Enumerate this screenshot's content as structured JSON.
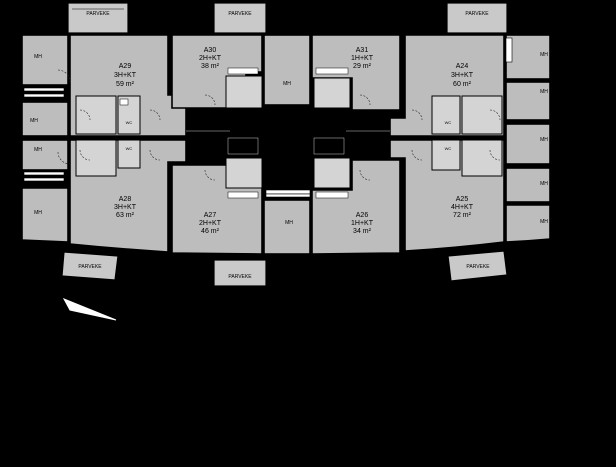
{
  "labels": {
    "balcony": "PARVEKE",
    "bedroom": "MH"
  },
  "apartments": [
    {
      "id": "A29",
      "type": "3H+KT",
      "area": "59 m²"
    },
    {
      "id": "A30",
      "type": "2H+KT",
      "area": "38 m²"
    },
    {
      "id": "A31",
      "type": "1H+KT",
      "area": "29 m²"
    },
    {
      "id": "A24",
      "type": "3H+KT",
      "area": "60 m²"
    },
    {
      "id": "A28",
      "type": "3H+KT",
      "area": "63 m²"
    },
    {
      "id": "A27",
      "type": "2H+KT",
      "area": "46 m²"
    },
    {
      "id": "A26",
      "type": "1H+KT",
      "area": "34 m²"
    },
    {
      "id": "A25",
      "type": "4H+KT",
      "area": "72 m²"
    }
  ]
}
